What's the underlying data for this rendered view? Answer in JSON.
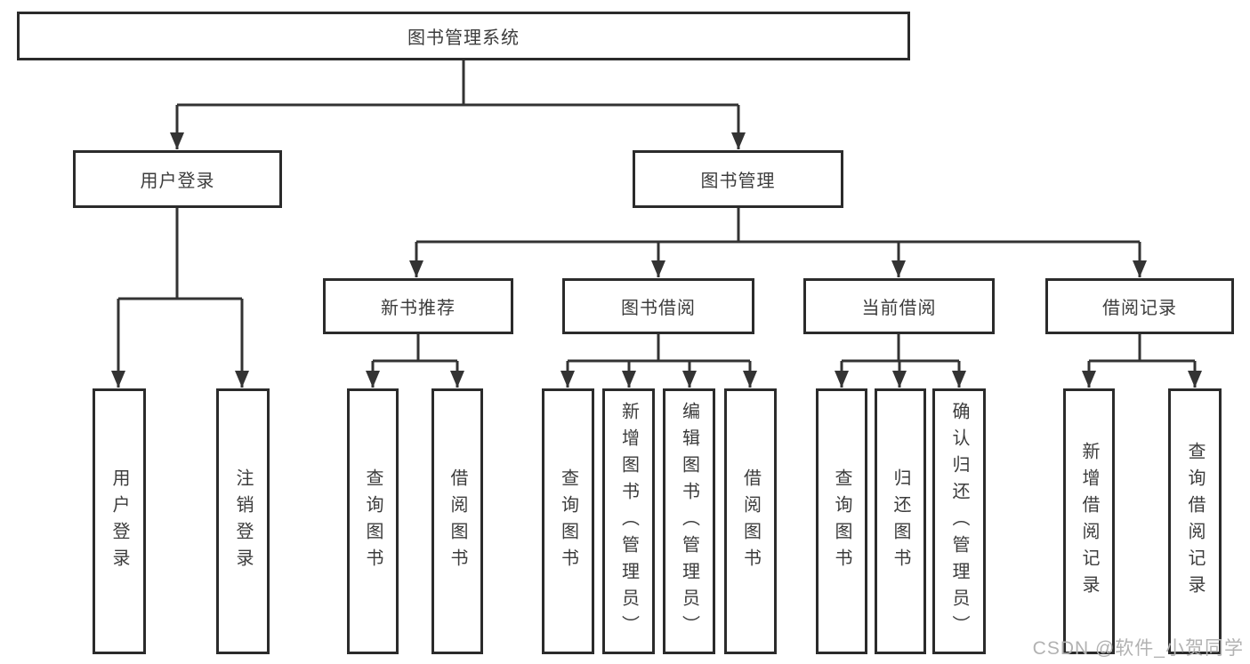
{
  "colors": {
    "background": "#ffffff",
    "line": "#333333",
    "border": "#2b2b2b",
    "text": "#3c3c3c",
    "watermark": "#b2b2b2"
  },
  "watermark": {
    "text": "CSDN @软件_小贺同学"
  },
  "diagram": {
    "root": {
      "label": "图书管理系统"
    },
    "branches": [
      {
        "label": "用户登录",
        "children": [
          {
            "label": "用户登录"
          },
          {
            "label": "注销登录"
          }
        ]
      },
      {
        "label": "图书管理",
        "children": [
          {
            "label": "新书推荐",
            "children": [
              {
                "label": "查询图书"
              },
              {
                "label": "借阅图书"
              }
            ]
          },
          {
            "label": "图书借阅",
            "children": [
              {
                "label": "查询图书"
              },
              {
                "label": "新增图书（管理员）"
              },
              {
                "label": "编辑图书（管理员）"
              },
              {
                "label": "借阅图书"
              }
            ]
          },
          {
            "label": "当前借阅",
            "children": [
              {
                "label": "查询图书"
              },
              {
                "label": "归还图书"
              },
              {
                "label": "确认归还（管理员）"
              }
            ]
          },
          {
            "label": "借阅记录",
            "children": [
              {
                "label": "新增借阅记录"
              },
              {
                "label": "查询借阅记录"
              }
            ]
          }
        ]
      }
    ]
  }
}
